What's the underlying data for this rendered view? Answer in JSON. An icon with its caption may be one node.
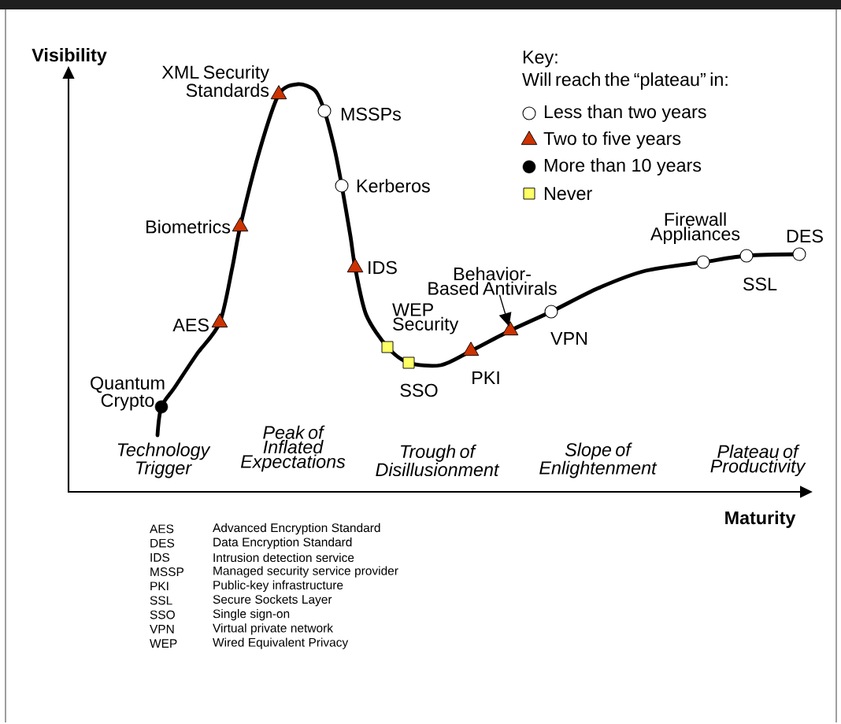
{
  "diagram": {
    "nodes": [
      {
        "text": [],
        "shape": "disc",
        "beside": [
          "Quantum Crypto"
        ]
      },
      {
        "text": [],
        "shape": "triangle",
        "beside": [
          "AES"
        ]
      },
      {
        "text": [],
        "shape": "triangle",
        "beside": [
          "Biometrics"
        ]
      },
      {
        "text": [],
        "shape": "triangle",
        "beside": [
          "XML Security Standards"
        ]
      },
      {
        "text": [],
        "shape": "circle",
        "beside": [
          "MSSPs"
        ]
      },
      {
        "text": [],
        "shape": "circle",
        "beside": [
          "Kerberos"
        ]
      },
      {
        "text": [],
        "shape": "triangle",
        "beside": [
          "IDS"
        ]
      },
      {
        "text": [],
        "shape": "square",
        "beside": [
          "WEP Security"
        ]
      },
      {
        "text": [],
        "shape": "square",
        "beside": [
          "SSO"
        ]
      },
      {
        "text": [],
        "shape": "triangle",
        "beside": [
          "PKI"
        ]
      },
      {
        "text": [
          "Behavior-Based Antivirals"
        ]
      },
      {
        "text": [],
        "shape": "triangle"
      },
      {
        "text": [],
        "shape": "circle",
        "beside": [
          "VPN"
        ]
      },
      {
        "text": [],
        "shape": "circle",
        "beside": [
          "Firewall Appliances"
        ]
      },
      {
        "text": [],
        "shape": "circle",
        "beside": [
          "SSL"
        ]
      },
      {
        "text": [],
        "shape": "circle",
        "beside": [
          "DES"
        ]
      }
    ],
    "edges": [
      {
        "from": 10,
        "to": 11,
        "arrow": "to"
      }
    ],
    "labels": [
      "Visibility",
      "Maturity",
      "Key:",
      "Will reach the “plateau” in:",
      "Technology Trigger",
      "Peak of Inflated Expectations",
      "Trough of Disillusionment",
      "Slope of Enlightenment",
      "Plateau of Productivity",
      "AES",
      "Advanced Encryption Standard",
      "DES",
      "Data Encryption Standard",
      "IDS",
      "Intrusion detection service",
      "MSSP",
      "Managed security service provider",
      "PKI",
      "Public-key infrastructure",
      "SSL",
      "Secure Sockets Layer",
      "SSO",
      "Single sign-on",
      "VPN",
      "Virtual private network",
      "WEP",
      "Wired Equivalent Privacy"
    ],
    "legend": [
      {
        "text": "Less than two years"
      },
      {
        "text": "Two to five years"
      },
      {
        "text": "More than 10 years"
      },
      {
        "text": "Never"
      }
    ]
  }
}
